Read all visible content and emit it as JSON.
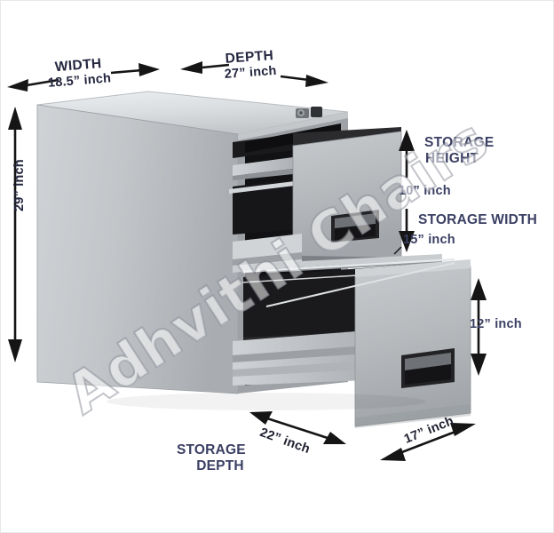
{
  "image": {
    "subject": "two-drawer steel filing cabinet dimension diagram",
    "background_color": "#ffffff",
    "label_color": "#3a3f63",
    "arrow_color": "#151515"
  },
  "watermark": {
    "text": "Adhvithi Chairs",
    "color": "#ffffff",
    "outline_color": "#828691"
  },
  "dimensions": {
    "width": {
      "title": "WIDTH",
      "value": "18.5” inch"
    },
    "depth": {
      "title": "DEPTH",
      "value": "27” inch"
    },
    "height": {
      "value": "29” inch"
    },
    "storage_height": {
      "title_line1": "STORAGE",
      "title_line2": "HEIGHT",
      "value": "10” inch"
    },
    "storage_width": {
      "title": "STORAGE WIDTH",
      "value": "15” inch"
    },
    "lower_drawer_height": {
      "value": "12” inch"
    },
    "storage_depth": {
      "title_line1": "STORAGE",
      "title_line2": "DEPTH",
      "value": "22” inch"
    },
    "lower_drawer_depth": {
      "value": "17” inch"
    }
  },
  "product": {
    "body_color": "#b9bdc0",
    "top_color": "#d8dcde",
    "interior_color": "#1c1c1e",
    "drawer_face_color": "#b4b8bb",
    "handle_color": "#2a2a2c",
    "lock_color": "#5d6064"
  }
}
